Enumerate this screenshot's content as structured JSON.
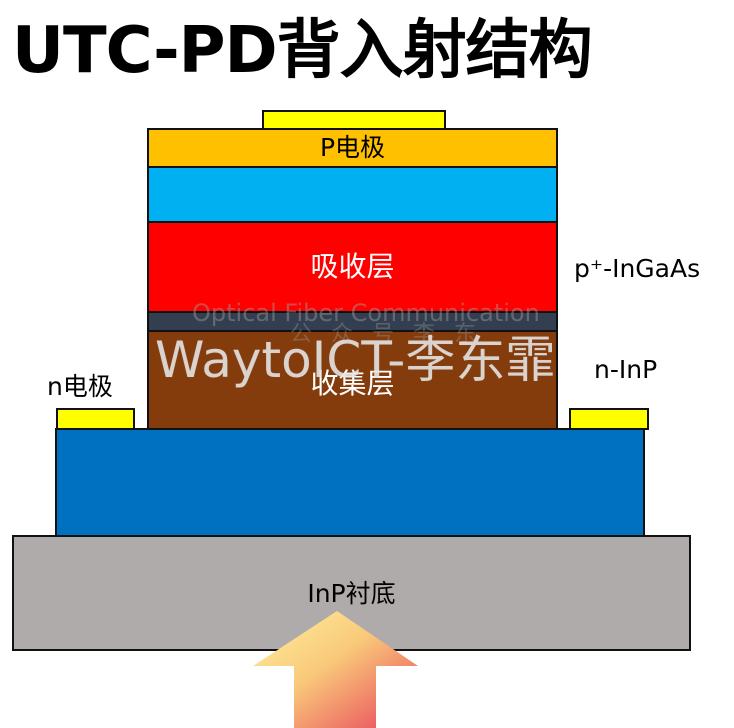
{
  "title": "UTC-PD背入射结构",
  "layers": {
    "p_electrode": "P电极",
    "absorption": "吸收层",
    "collection": "收集层",
    "substrate": "InP衬底"
  },
  "side_labels": {
    "absorption_material": "p⁺-InGaAs",
    "collection_material": "n-InP",
    "n_electrode": "n电极"
  },
  "watermark": {
    "main": "WaytoICT-李东霏",
    "sub": "Optical Fiber Communication",
    "sub2": "公 众 号 李 东"
  },
  "colors": {
    "p_electrode": "#FFC000",
    "contact": "#FFFF00",
    "window_layer": "#00B0F0",
    "absorption": "#FF0000",
    "spacer": "#333F50",
    "collection": "#843C0C",
    "n_contact_layer": "#0070C0",
    "substrate": "#AFABAB"
  }
}
